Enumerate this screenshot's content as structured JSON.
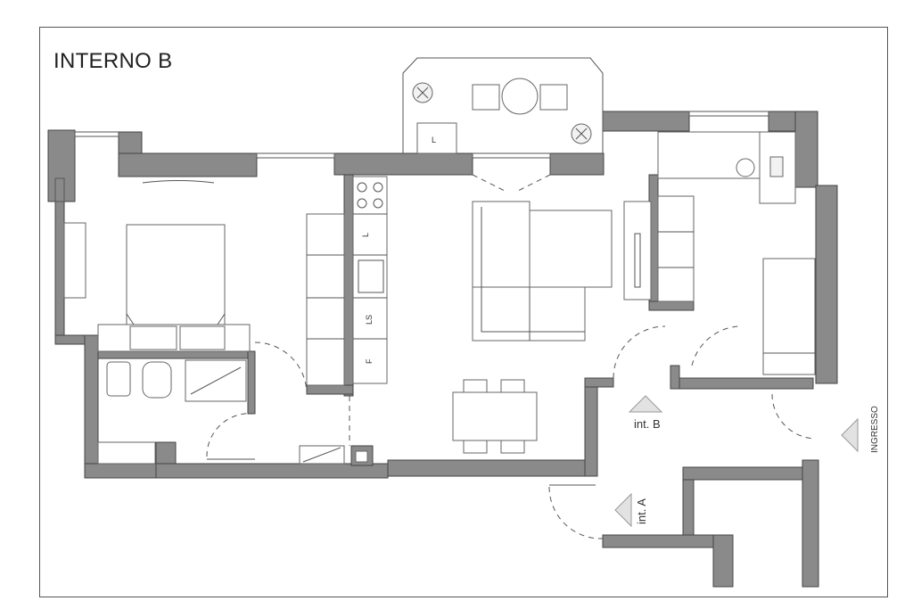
{
  "title": "INTERNO B",
  "labels": {
    "balcony_l": "L",
    "kitchen_l": "L",
    "kitchen_ls": "LS",
    "kitchen_f": "F"
  },
  "markers": {
    "int_b": "int. B",
    "int_a": "int. A",
    "ingresso": "INGRESSO"
  },
  "colors": {
    "wall": "#8a8a8a",
    "marker": "#e2e2e2"
  }
}
